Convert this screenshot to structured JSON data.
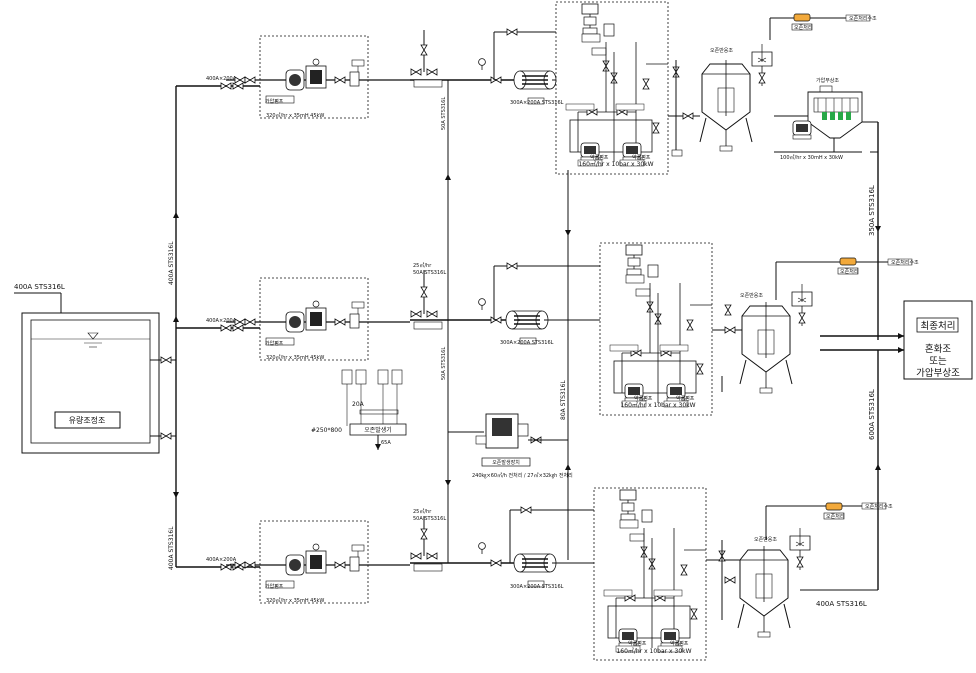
{
  "main_pipe": {
    "label": "400A STS316L"
  },
  "tank": {
    "label": "유량조정조"
  },
  "branch_pipe": {
    "label": "400A STS316L"
  },
  "reducer": {
    "label": "400A×200A"
  },
  "pump": {
    "label": "가압펌프",
    "spec": "320㎥/hr x 35mH 45kW"
  },
  "pipe_50a": {
    "label": "50A STS316L"
  },
  "flow_unit": {
    "label": "25㎥/hr",
    "pipe": "50A STS316L"
  },
  "blower": {
    "label": "20A",
    "name": "오존발생기",
    "size": "#250*800",
    "outlet": "65A"
  },
  "ozone_gen": {
    "label": "오존발생장치",
    "spec": "240㎏×60㎥/h 전처리 / 27㎥×32㎏h 전처리"
  },
  "ozone_line": {
    "label": "80A STS316L"
  },
  "contact": {
    "chem_pump": "약품펌프",
    "pump_spec": "160㎥/hr x 10bar x 30kW",
    "exchanger": "300A×200A STS316L",
    "reactor": "오존반응조",
    "clarifier": "가압부상조",
    "clarifier_spec": "100㎥/hr x 30mH x 30kW",
    "tank": "오존처리수조",
    "badge": "오존처리"
  },
  "right_pipe": {
    "top": "350A STS316L",
    "mid": "600A STS316L",
    "bottom": "400A STS316L"
  },
  "final": {
    "title": "최종처리",
    "line1": "혼화조",
    "line2": "또는",
    "line3": "가압부상조"
  }
}
